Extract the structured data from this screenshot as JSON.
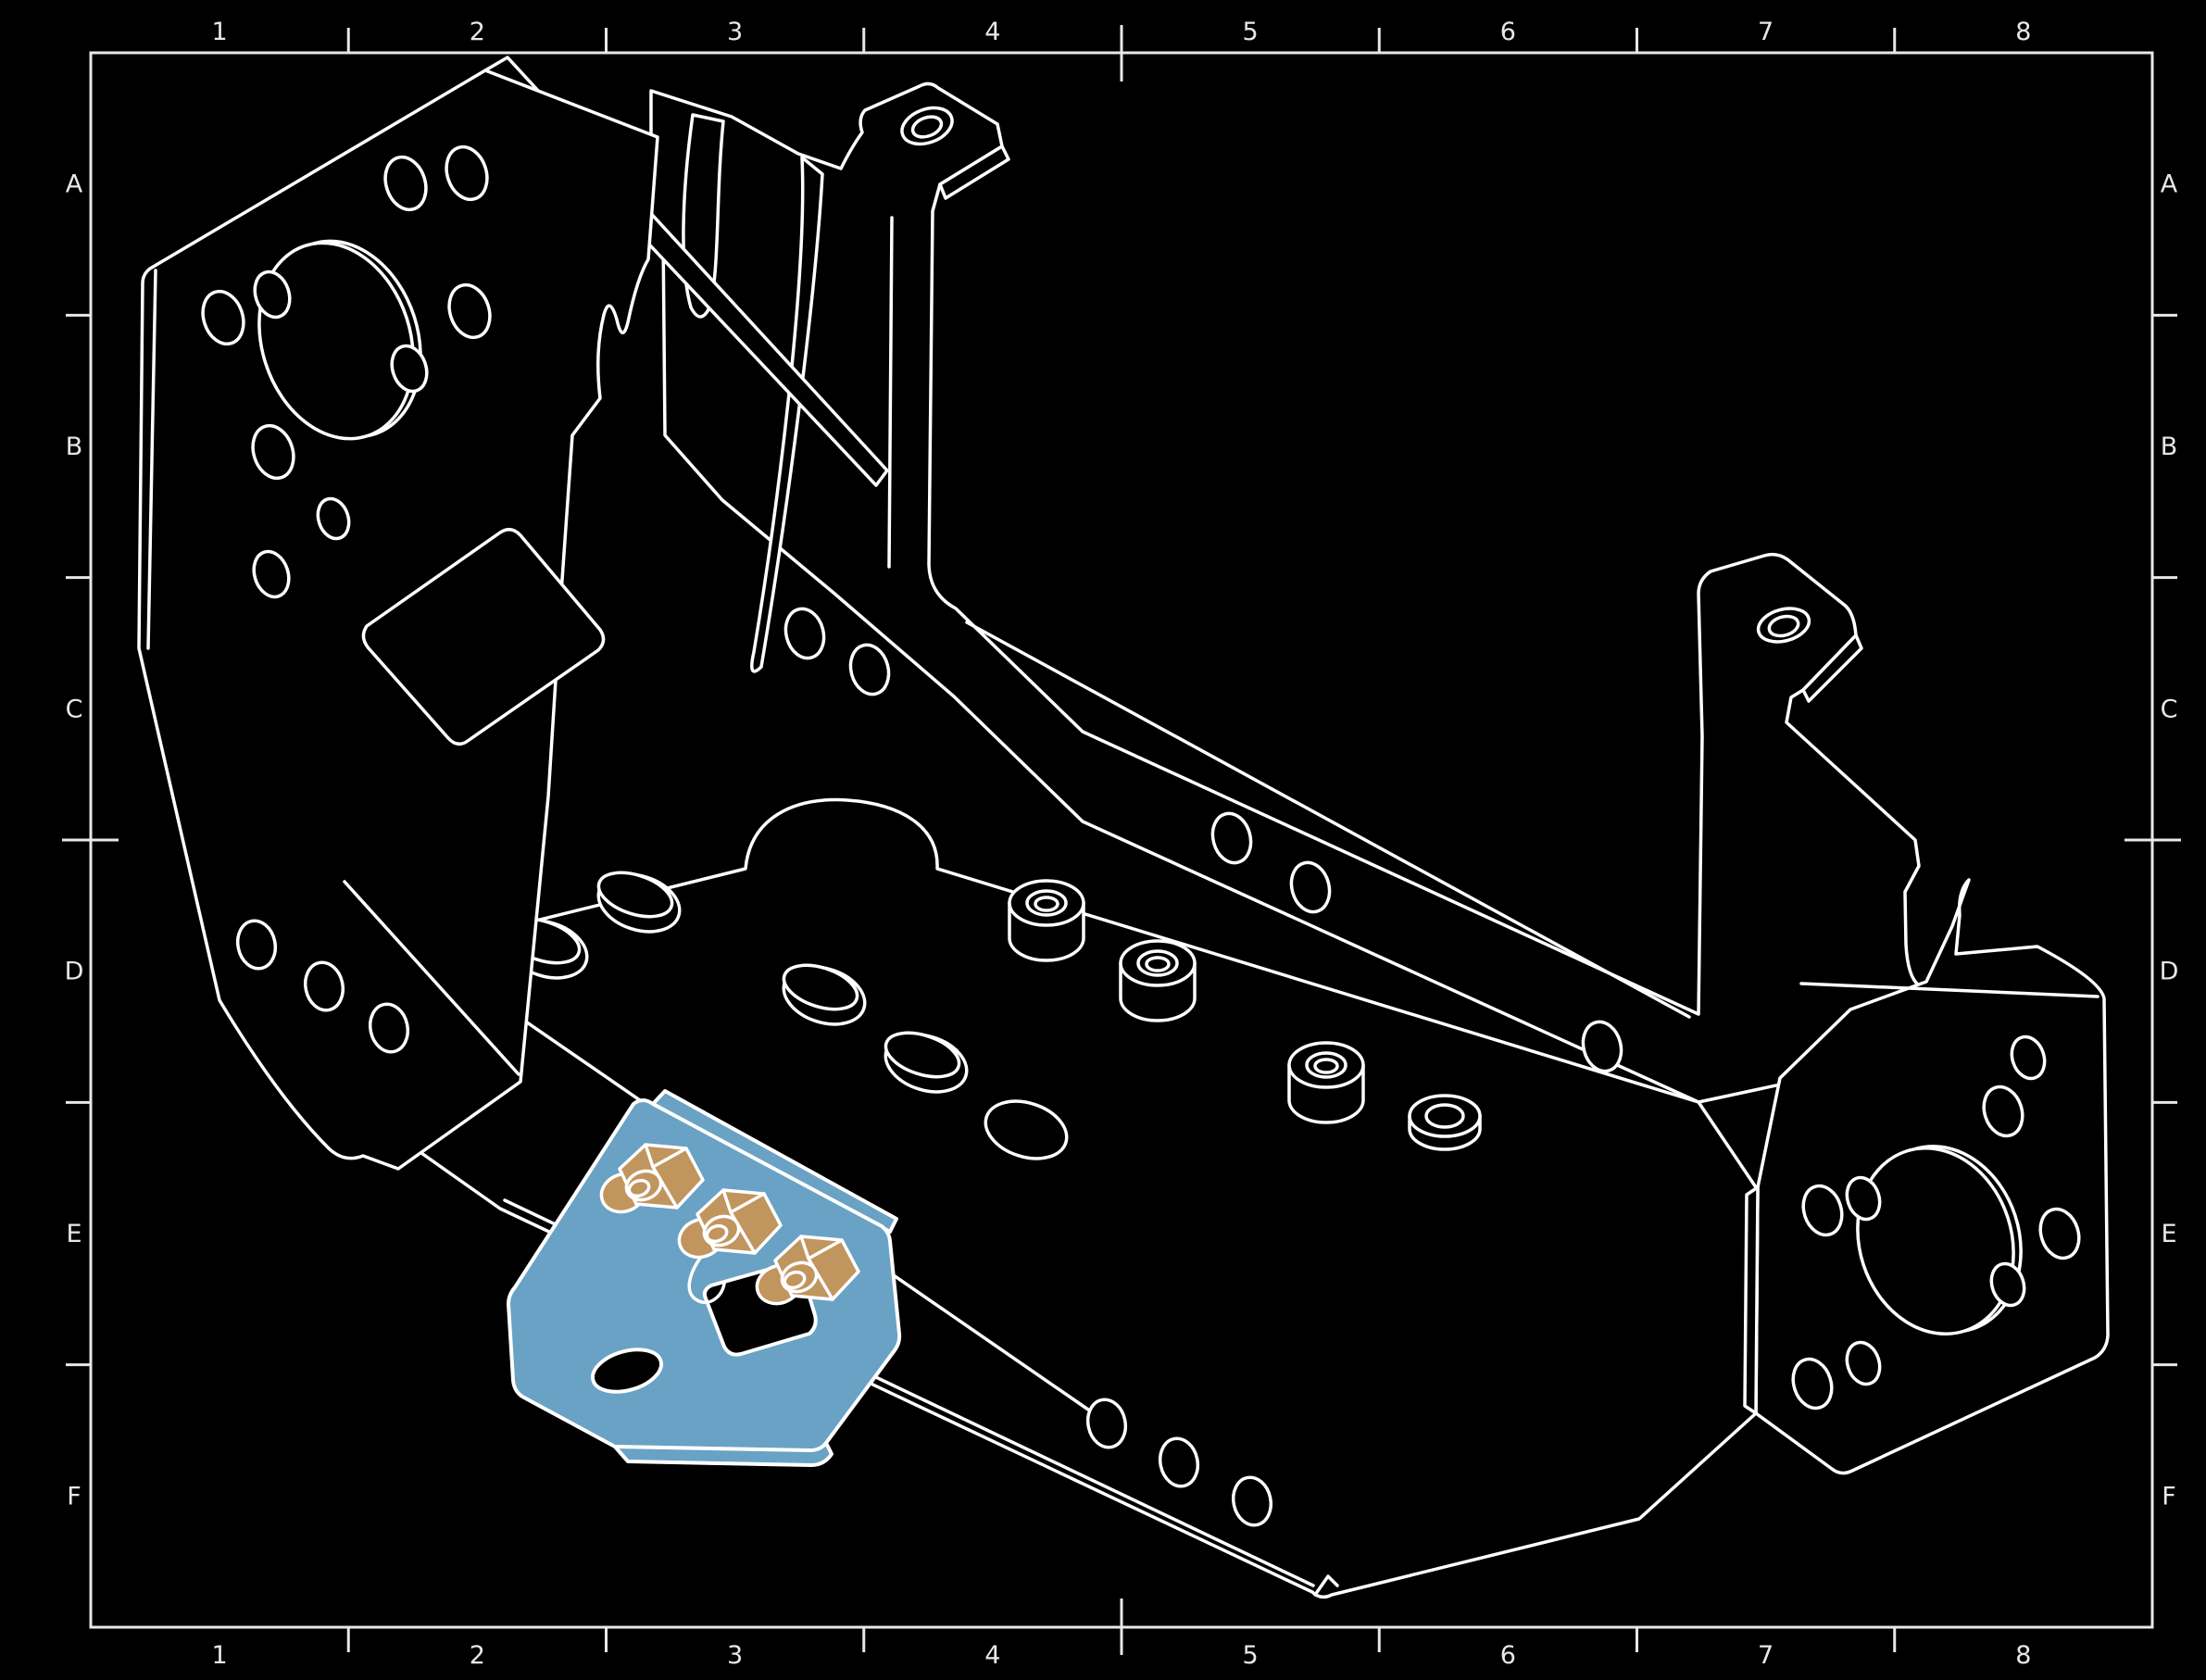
{
  "viewport": {
    "description": "Isometric CAD line drawing of a sheet-metal robot chassis frame with a highlighted corner bracket and three hex nuts",
    "background": "#000000"
  },
  "frame": {
    "stroke_color": "#E8E8E8",
    "label_color": "#E8E8E8",
    "columns": [
      "1",
      "2",
      "3",
      "4",
      "5",
      "6",
      "7",
      "8"
    ],
    "rows": [
      "A",
      "B",
      "C",
      "D",
      "E",
      "F"
    ]
  },
  "drawing": {
    "line_color": "#FFFFFF",
    "parts": {
      "chassis": {
        "label": "chassis-frame",
        "fill": "#000000",
        "outline": "#FFFFFF"
      },
      "bracket": {
        "label": "highlighted-corner-bracket",
        "fill": "#69A2C4",
        "outline": "#FFFFFF"
      },
      "nuts": {
        "label": "hex-flange-nuts",
        "count": 3,
        "fill": "#C1955E",
        "outline": "#FFFFFF"
      }
    }
  }
}
